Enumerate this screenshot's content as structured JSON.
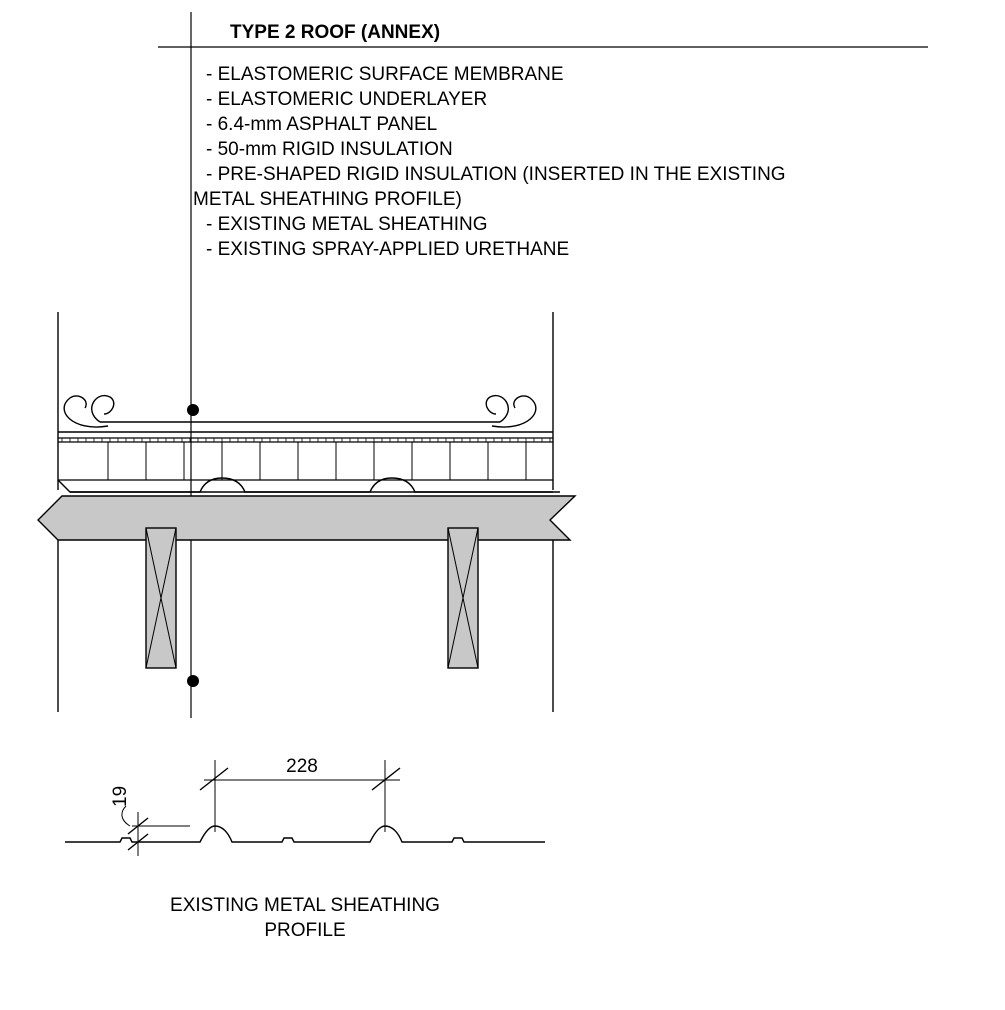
{
  "title": "TYPE 2 ROOF (ANNEX)",
  "layers": [
    "- ELASTOMERIC SURFACE MEMBRANE",
    "- ELASTOMERIC UNDERLAYER",
    "- 6.4-mm ASPHALT PANEL",
    "- 50-mm RIGID INSULATION",
    "- PRE-SHAPED RIGID INSULATION (INSERTED IN THE  EXISTING",
    "METAL SHEATHING PROFILE)",
    "- EXISTING METAL SHEATHING",
    "- EXISTING SPRAY-APPLIED URETHANE"
  ],
  "profile": {
    "rib_spacing": "228",
    "rib_depth": "19",
    "caption_line1": "EXISTING METAL SHEATHING",
    "caption_line2": "PROFILE"
  },
  "colors": {
    "line": "#000000",
    "fill_grey": "#c8c8c8"
  }
}
